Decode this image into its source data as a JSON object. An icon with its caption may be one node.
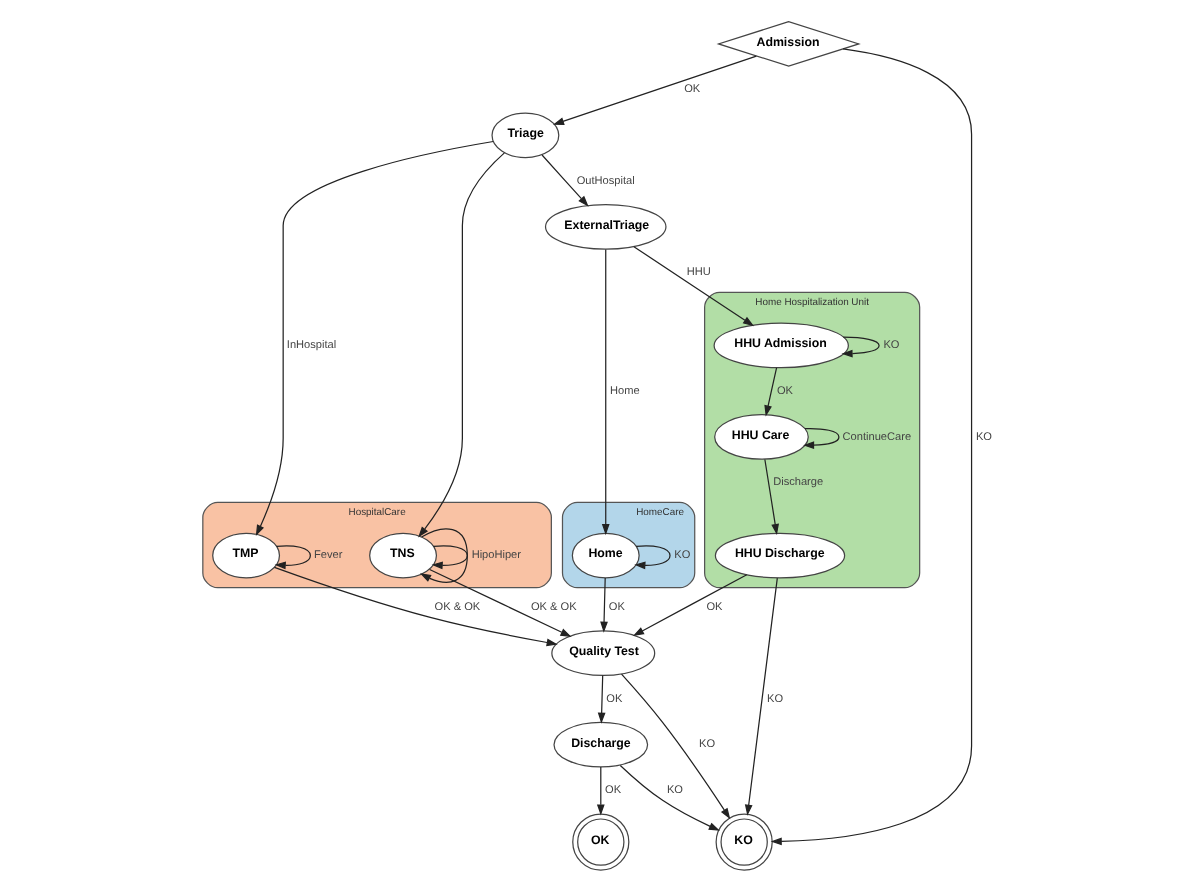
{
  "diagram": {
    "nodes": [
      {
        "text": [
          "Admission"
        ]
      },
      {
        "text": [
          "Triage"
        ]
      },
      {
        "text": [
          "ExternalTriage"
        ]
      },
      {
        "text": [
          "HospitalCare"
        ]
      },
      {
        "text": [
          "TMP"
        ],
        "in": 3
      },
      {
        "text": [
          "TNS"
        ],
        "in": 3
      },
      {
        "text": [
          "HomeCare"
        ]
      },
      {
        "text": [
          "Home"
        ],
        "in": 6
      },
      {
        "text": [
          "Home Hospitalization Unit"
        ]
      },
      {
        "text": [
          "HHU Admission"
        ],
        "in": 8
      },
      {
        "text": [
          "HHU Care"
        ],
        "in": 8
      },
      {
        "text": [
          "HHU Discharge"
        ],
        "in": 8
      },
      {
        "text": [
          "Quality Test"
        ]
      },
      {
        "text": [
          "Discharge"
        ]
      },
      {
        "text": [
          "OK"
        ]
      },
      {
        "text": [
          "KO"
        ]
      }
    ],
    "edges": [
      {
        "from": 0,
        "to": 1,
        "arrow": "to",
        "label": "OK"
      },
      {
        "from": 0,
        "to": 15,
        "arrow": "to",
        "label": "KO"
      },
      {
        "from": 1,
        "to": 4,
        "arrow": "to",
        "label": "InHospital"
      },
      {
        "from": 1,
        "to": 5,
        "arrow": "to"
      },
      {
        "from": 1,
        "to": 2,
        "arrow": "to",
        "label": "OutHospital"
      },
      {
        "from": 2,
        "to": 7,
        "arrow": "to",
        "label": "Home"
      },
      {
        "from": 2,
        "to": 9,
        "arrow": "to",
        "label": "HHU"
      },
      {
        "from": 4,
        "to": 4,
        "arrow": "to",
        "label": "Fever"
      },
      {
        "from": 5,
        "to": 5,
        "arrow": "to",
        "label": "HipoHiper"
      },
      {
        "from": 5,
        "to": 5,
        "arrow": "to"
      },
      {
        "from": 4,
        "to": 12,
        "arrow": "to",
        "label": "OK & OK"
      },
      {
        "from": 5,
        "to": 12,
        "arrow": "to",
        "label": "OK & OK"
      },
      {
        "from": 7,
        "to": 7,
        "arrow": "to",
        "label": "KO"
      },
      {
        "from": 7,
        "to": 12,
        "arrow": "to",
        "label": "OK"
      },
      {
        "from": 9,
        "to": 9,
        "arrow": "to",
        "label": "KO"
      },
      {
        "from": 9,
        "to": 10,
        "arrow": "to",
        "label": "OK"
      },
      {
        "from": 10,
        "to": 10,
        "arrow": "to",
        "label": "ContinueCare"
      },
      {
        "from": 10,
        "to": 11,
        "arrow": "to",
        "label": "Discharge"
      },
      {
        "from": 11,
        "to": 12,
        "arrow": "to",
        "label": "OK"
      },
      {
        "from": 11,
        "to": 15,
        "arrow": "to",
        "label": "KO"
      },
      {
        "from": 12,
        "to": 13,
        "arrow": "to",
        "label": "OK"
      },
      {
        "from": 12,
        "to": 15,
        "arrow": "to",
        "label": "KO"
      },
      {
        "from": 13,
        "to": 14,
        "arrow": "to",
        "label": "OK"
      },
      {
        "from": 13,
        "to": 15,
        "arrow": "to",
        "label": "KO"
      }
    ]
  }
}
